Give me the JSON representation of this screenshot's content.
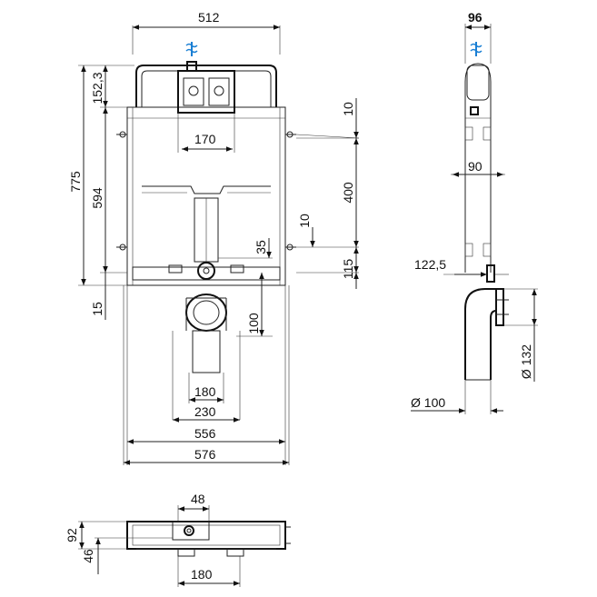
{
  "front_view": {
    "width_top": "512",
    "height_total": "775",
    "height_upper": "152,3",
    "height_frame": "594",
    "bottom_offset": "15",
    "cistern_width": "170",
    "spacing_a": "10",
    "spacing_b": "400",
    "spacing_c": "10",
    "fix_height": "35",
    "bottom_height": "115",
    "outlet_height": "100",
    "outlet_width_a": "180",
    "outlet_width_b": "230",
    "frame_width_a": "556",
    "frame_width_b": "576"
  },
  "side_view": {
    "depth": "96",
    "depth_mid": "90",
    "offset": "122,5",
    "diameter_outlet": "Ø 132",
    "diameter_pipe": "Ø 100"
  },
  "top_view": {
    "width_small": "48",
    "depth_total": "92",
    "depth_small": "46",
    "width_bottom": "180"
  },
  "colors": {
    "line": "#111111",
    "water": "#1a7fd4",
    "background": "#ffffff"
  }
}
